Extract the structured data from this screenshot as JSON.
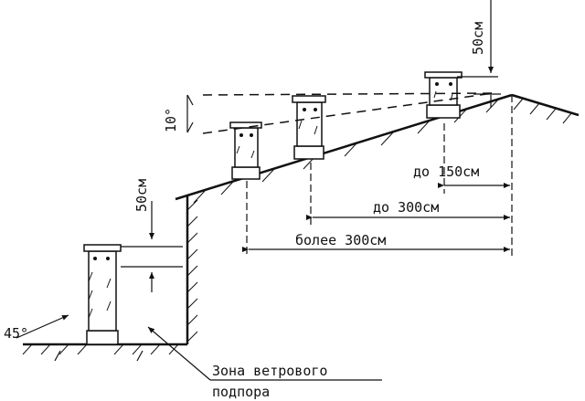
{
  "labels": {
    "roof_angle": "10°",
    "ridge_height": "50см",
    "low_chimney_height": "50см",
    "ground_angle": "45°",
    "dist_1": "до 150см",
    "dist_2": "до 300см",
    "dist_3": "более 300см",
    "wind_zone_line1": "Зона ветрового",
    "wind_zone_line2": "подпора"
  }
}
